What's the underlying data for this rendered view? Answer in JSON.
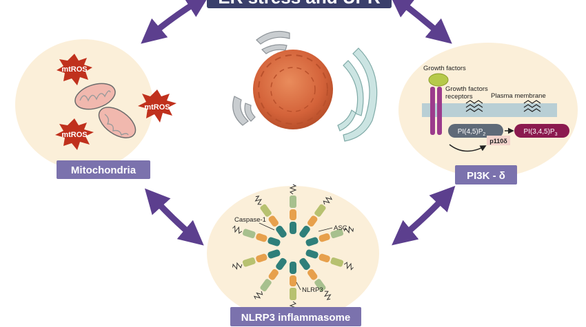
{
  "title": "ER stress and UPR",
  "nodes": {
    "mitochondria": {
      "label": "Mitochondria"
    },
    "pi3k": {
      "label": "PI3K - δ"
    },
    "nlrp3": {
      "label": "NLRP3 inflammasome"
    }
  },
  "mitochondria_panel": {
    "ros_label": "mtROS"
  },
  "pi3k_panel": {
    "growth_factors": "Growth factors",
    "receptors_line1": "Growth factors",
    "receptors_line2": "receptors",
    "plasma_membrane": "Plasma membrane",
    "pip2_base": "PI(4,5)P",
    "pip2_sub": "2",
    "pip3_base": "PI(3,4,5)P",
    "pip3_sub": "3",
    "enzyme": "p110δ"
  },
  "nlrp3_panel": {
    "caspase": "Caspase-1",
    "asc": "ASC",
    "nlrp3": "NLRP3"
  },
  "colors": {
    "title_bar": "#3a3f6b",
    "node_label_bg": "#7b72ad",
    "blob": "#fbefd9",
    "arrow": "#5c3f8e",
    "ros_star": "#c0311d",
    "nucleus": "#d96b3f",
    "pip2": "#5f6a78",
    "pip3": "#8b1a4f",
    "receptor": "#9c3b8c",
    "membrane": "#b9cfd5"
  }
}
